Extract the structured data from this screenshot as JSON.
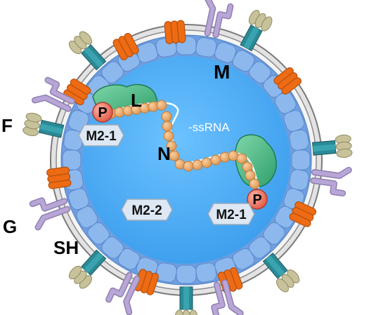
{
  "labels": {
    "M": "M",
    "L": "L",
    "N": "N",
    "F": "F",
    "G": "G",
    "SH": "SH",
    "rna": "-ssRNA",
    "p_top": "P",
    "p_bottom": "P",
    "m21_left": "M2-1",
    "m21_right": "M2-1",
    "m22": "M2-2"
  },
  "colors": {
    "envelope_outer": "#d0d0d0",
    "envelope_line": "#7a7a7a",
    "matrix": "#6f9fe0",
    "matrix_cell": "#8cb8ee",
    "interior": "#3fa9f5",
    "sh_protein": "#ec6b14",
    "f_stalk": "#2a8a96",
    "f_head": "#c8c29a",
    "g_protein": "#b8a6d6",
    "polymerase": "#5fbf8f",
    "p_circle": "#f08878",
    "nucleoprotein": "#f0b070",
    "box": "#dde8f4"
  },
  "icons": [
    "f-glycoprotein-icon",
    "g-glycoprotein-icon",
    "sh-protein-icon",
    "nucleocapsid-bead-icon"
  ]
}
